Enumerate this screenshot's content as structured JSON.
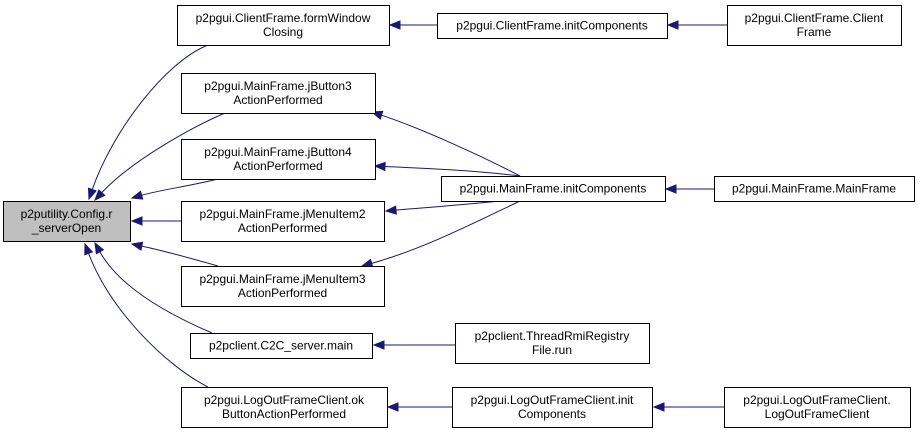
{
  "nodes": [
    {
      "id": "config",
      "lines": [
        "p2putility.Config.r",
        "_serverOpen"
      ],
      "focus": true
    },
    {
      "id": "cf_close",
      "lines": [
        "p2pgui.ClientFrame.formWindow",
        "Closing"
      ]
    },
    {
      "id": "cf_init",
      "lines": [
        "p2pgui.ClientFrame.initComponents"
      ]
    },
    {
      "id": "cf_ctor",
      "lines": [
        "p2pgui.ClientFrame.Client",
        "Frame"
      ]
    },
    {
      "id": "mf_b3",
      "lines": [
        "p2pgui.MainFrame.jButton3",
        "ActionPerformed"
      ]
    },
    {
      "id": "mf_b4",
      "lines": [
        "p2pgui.MainFrame.jButton4",
        "ActionPerformed"
      ]
    },
    {
      "id": "mf_m2",
      "lines": [
        "p2pgui.MainFrame.jMenuItem2",
        "ActionPerformed"
      ]
    },
    {
      "id": "mf_m3",
      "lines": [
        "p2pgui.MainFrame.jMenuItem3",
        "ActionPerformed"
      ]
    },
    {
      "id": "mf_init",
      "lines": [
        "p2pgui.MainFrame.initComponents"
      ]
    },
    {
      "id": "mf_ctor",
      "lines": [
        "p2pgui.MainFrame.MainFrame"
      ]
    },
    {
      "id": "c2c_main",
      "lines": [
        "p2pclient.C2C_server.main"
      ]
    },
    {
      "id": "rmi_run",
      "lines": [
        "p2pclient.ThreadRmiRegistry",
        "File.run"
      ]
    },
    {
      "id": "lo_ok",
      "lines": [
        "p2pgui.LogOutFrameClient.ok",
        "ButtonActionPerformed"
      ]
    },
    {
      "id": "lo_init",
      "lines": [
        "p2pgui.LogOutFrameClient.init",
        "Components"
      ]
    },
    {
      "id": "lo_ctor",
      "lines": [
        "p2pgui.LogOutFrameClient.",
        "LogOutFrameClient"
      ]
    }
  ],
  "edges": [
    {
      "from": "cf_close",
      "to": "config"
    },
    {
      "from": "mf_b3",
      "to": "config"
    },
    {
      "from": "mf_b4",
      "to": "config"
    },
    {
      "from": "mf_m2",
      "to": "config"
    },
    {
      "from": "mf_m3",
      "to": "config"
    },
    {
      "from": "c2c_main",
      "to": "config"
    },
    {
      "from": "lo_ok",
      "to": "config"
    },
    {
      "from": "cf_init",
      "to": "cf_close"
    },
    {
      "from": "cf_ctor",
      "to": "cf_init"
    },
    {
      "from": "mf_init",
      "to": "mf_b3"
    },
    {
      "from": "mf_init",
      "to": "mf_b4"
    },
    {
      "from": "mf_init",
      "to": "mf_m2"
    },
    {
      "from": "mf_init",
      "to": "mf_m3"
    },
    {
      "from": "mf_ctor",
      "to": "mf_init"
    },
    {
      "from": "rmi_run",
      "to": "c2c_main"
    },
    {
      "from": "lo_init",
      "to": "lo_ok"
    },
    {
      "from": "lo_ctor",
      "to": "lo_init"
    }
  ],
  "colors": {
    "edge": "#191970",
    "focus_fill": "#bfbfbf",
    "node_fill": "#ffffff",
    "border": "#000000"
  }
}
